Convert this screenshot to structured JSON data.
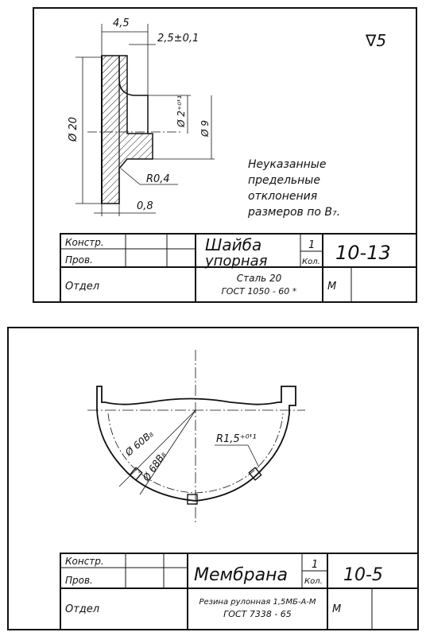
{
  "sheet1": {
    "roughness": "∇5",
    "dims": {
      "width_top": "4,5",
      "depth": "2,5±0,1",
      "dia_outer": "Ø 20",
      "dia_hole": "Ø 2⁺⁰'¹",
      "dia_boss": "Ø 9",
      "radius": "R0,4",
      "thickness": "0,8"
    },
    "note": [
      "Неуказанные",
      "предельные",
      "отклонения",
      "размеров по В₇."
    ],
    "title_block": {
      "row1_label": "Констр.",
      "row2_label": "Пров.",
      "dept_label": "Отдел",
      "name_line1": "Шайба",
      "name_line2": "упорная",
      "qty": "1",
      "qty_label": "Кол.",
      "number": "10-13",
      "material_line1": "Сталь 20",
      "material_line2": "ГОСТ 1050 - 60 *",
      "scale_label": "М"
    }
  },
  "sheet2": {
    "dims": {
      "dia_inner": "Ø 60В₈",
      "dia_outer": "Ø 68В₈",
      "radius": "R1,5⁺⁰'¹"
    },
    "title_block": {
      "row1_label": "Констр.",
      "row2_label": "Пров.",
      "dept_label": "Отдел",
      "name": "Мембрана",
      "qty": "1",
      "qty_label": "Кол.",
      "number": "10-5",
      "material_line1": "Резина рулонная 1,5МБ-А-М",
      "material_line2": "ГОСТ 7338 - 65",
      "scale_label": "М"
    }
  }
}
